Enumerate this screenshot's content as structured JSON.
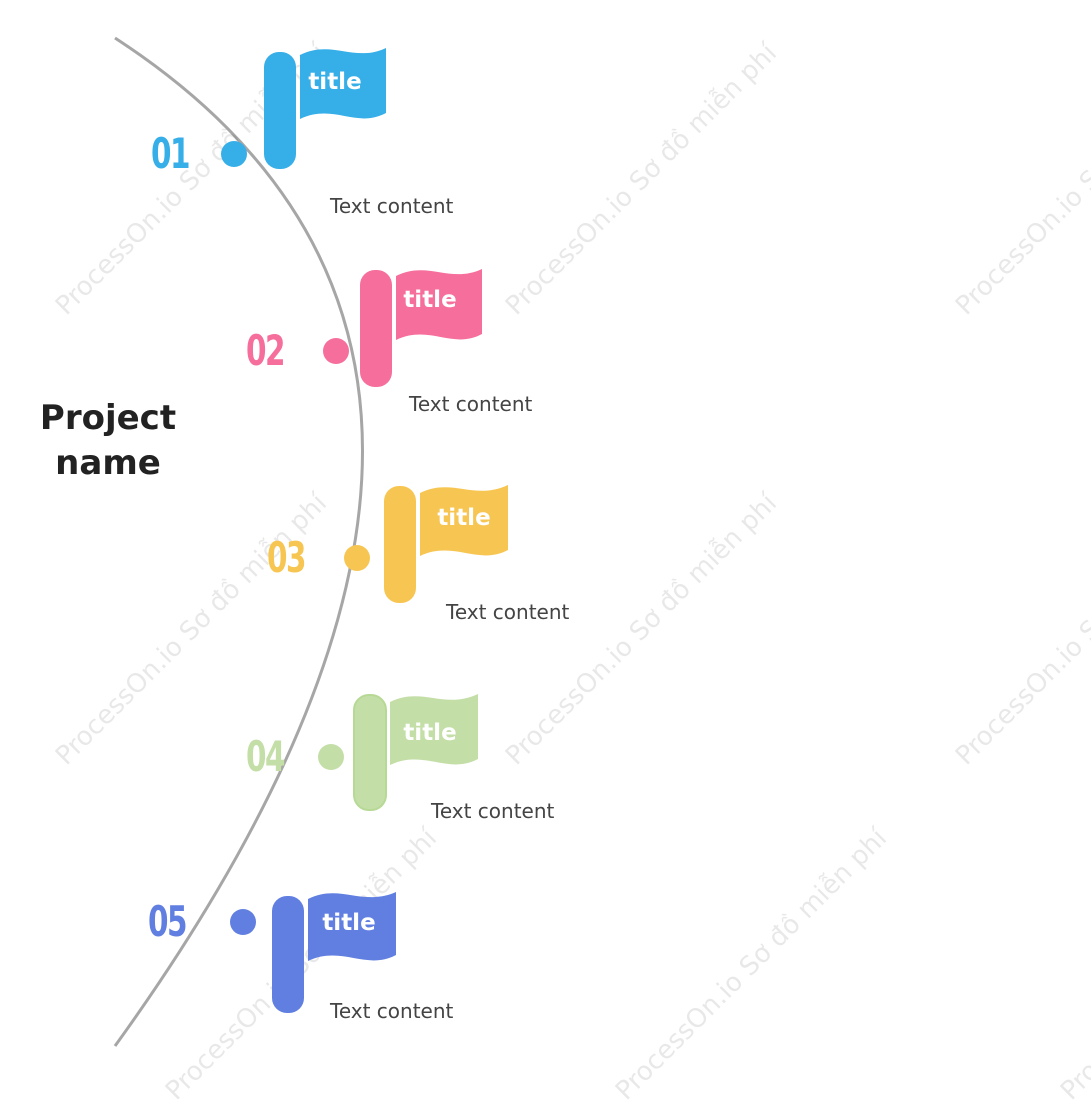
{
  "project": {
    "title_line1": "Project",
    "title_line2": "name"
  },
  "milestones": [
    {
      "number": "01",
      "title": "title",
      "content": "Text content",
      "color": "#36AEE8"
    },
    {
      "number": "02",
      "title": "title",
      "content": "Text content",
      "color": "#F56E9C"
    },
    {
      "number": "03",
      "title": "title",
      "content": "Text content",
      "color": "#F7C652"
    },
    {
      "number": "04",
      "title": "title",
      "content": "Text content",
      "color": "#C4DEA7"
    },
    {
      "number": "05",
      "title": "title",
      "content": "Text content",
      "color": "#607FE0"
    }
  ],
  "curve_color": "#A6A6A6",
  "watermark": "ProcessOn.io Sơ đồ miễn phí"
}
